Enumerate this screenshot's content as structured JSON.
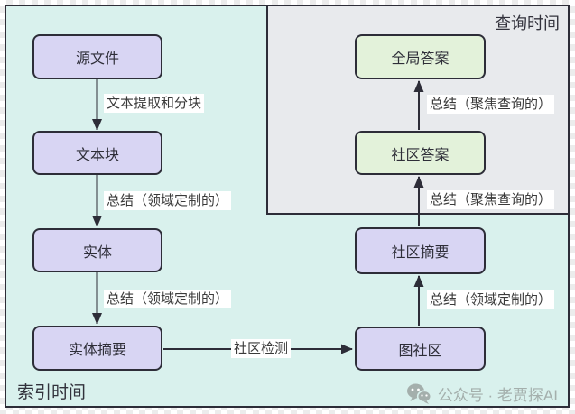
{
  "regions": {
    "index_time": {
      "label": "索引时间"
    },
    "query_time": {
      "label": "查询时间"
    }
  },
  "nodes": [
    {
      "id": "source-files",
      "label": "源文件",
      "fill": "#d8d5f3"
    },
    {
      "id": "text-chunks",
      "label": "文本块",
      "fill": "#d8d5f3"
    },
    {
      "id": "entities",
      "label": "实体",
      "fill": "#d8d5f3"
    },
    {
      "id": "entity-summaries",
      "label": "实体摘要",
      "fill": "#d8d5f3"
    },
    {
      "id": "graph-communities",
      "label": "图社区",
      "fill": "#d8d5f3"
    },
    {
      "id": "community-summaries",
      "label": "社区摘要",
      "fill": "#d8d5f3"
    },
    {
      "id": "community-answers",
      "label": "社区答案",
      "fill": "#e3f2da"
    },
    {
      "id": "global-answer",
      "label": "全局答案",
      "fill": "#e3f2da"
    }
  ],
  "edges": [
    {
      "from": "source-files",
      "to": "text-chunks",
      "label": "文本提取和分块"
    },
    {
      "from": "text-chunks",
      "to": "entities",
      "label": "总结（领域定制的）"
    },
    {
      "from": "entities",
      "to": "entity-summaries",
      "label": "总结（领域定制的）"
    },
    {
      "from": "entity-summaries",
      "to": "graph-communities",
      "label": "社区检测"
    },
    {
      "from": "graph-communities",
      "to": "community-summaries",
      "label": "总结（领域定制的）"
    },
    {
      "from": "community-summaries",
      "to": "community-answers",
      "label": "总结（聚焦查询的）"
    },
    {
      "from": "community-answers",
      "to": "global-answer",
      "label": "总结（聚焦查询的）"
    }
  ],
  "watermark": {
    "icon": "wechat-icon",
    "text": "公众号 · 老贾探AI"
  },
  "colors": {
    "index_region_bg": "#d9f1ed",
    "query_region_bg": "#e8eaed",
    "node_purple": "#d8d5f3",
    "node_green": "#e3f2da",
    "border_dark": "#2d2d38",
    "edge_label_text": "#3a3a3a",
    "watermark_gray": "#a4afac"
  }
}
